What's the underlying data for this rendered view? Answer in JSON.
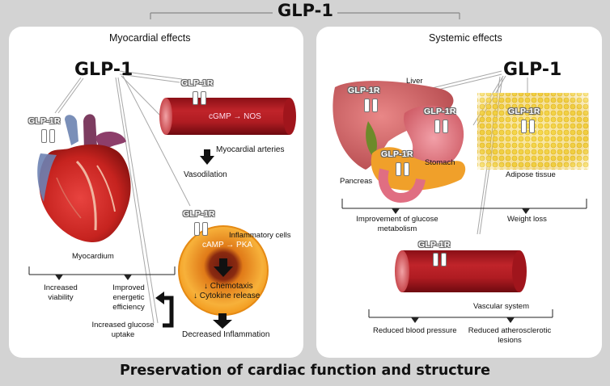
{
  "title": "GLP-1",
  "footer": "Preservation of cardiac function and structure",
  "left_panel": {
    "heading": "Myocardial effects",
    "glp1": "GLP-1",
    "glp1r_heart": "GLP-1R",
    "glp1r_artery": "GLP-1R",
    "glp1r_cell": "GLP-1R",
    "artery_text": "cGMP → NOS",
    "artery_label": "Myocardial arteries",
    "vasodilation": "Vasodilation",
    "cell_top_label": "Inflammatory cells",
    "cell_pathway": "cAMP → PKA",
    "chemotaxis": "↓ Chemotaxis",
    "cytokine": "↓ Cytokine release",
    "decreased_inflammation": "Decreased Inflammation",
    "myocardium": "Myocardium",
    "outcome_1_line1": "Increased",
    "outcome_1_line2": "viability",
    "outcome_2_line1": "Improved",
    "outcome_2_line2": "energetic",
    "outcome_2_line3": "efficiency",
    "outcome_3_line1": "Increased glucose",
    "outcome_3_line2": "uptake"
  },
  "right_panel": {
    "heading": "Systemic effects",
    "glp1": "GLP-1",
    "liver": "Liver",
    "glp1r_liver": "GLP-1R",
    "glp1r_stomach": "GLP-1R",
    "glp1r_pancreas": "GLP-1R",
    "glp1r_adipose": "GLP-1R",
    "glp1r_vascular": "GLP-1R",
    "pancreas": "Pancreas",
    "stomach": "Stomach",
    "adipose": "Adipose tissue",
    "glucose_line1": "Improvement of glucose",
    "glucose_line2": "metabolism",
    "weight_loss": "Weight loss",
    "vascular_system": "Vascular system",
    "blood_pressure": "Reduced blood pressure",
    "athero_line1": "Reduced atherosclerotic",
    "athero_line2": "lesions"
  },
  "colors": {
    "background": "#d3d3d3",
    "panel": "#ffffff",
    "vessel_red": "#a0151c",
    "cell_orange": "#f39a1e"
  }
}
